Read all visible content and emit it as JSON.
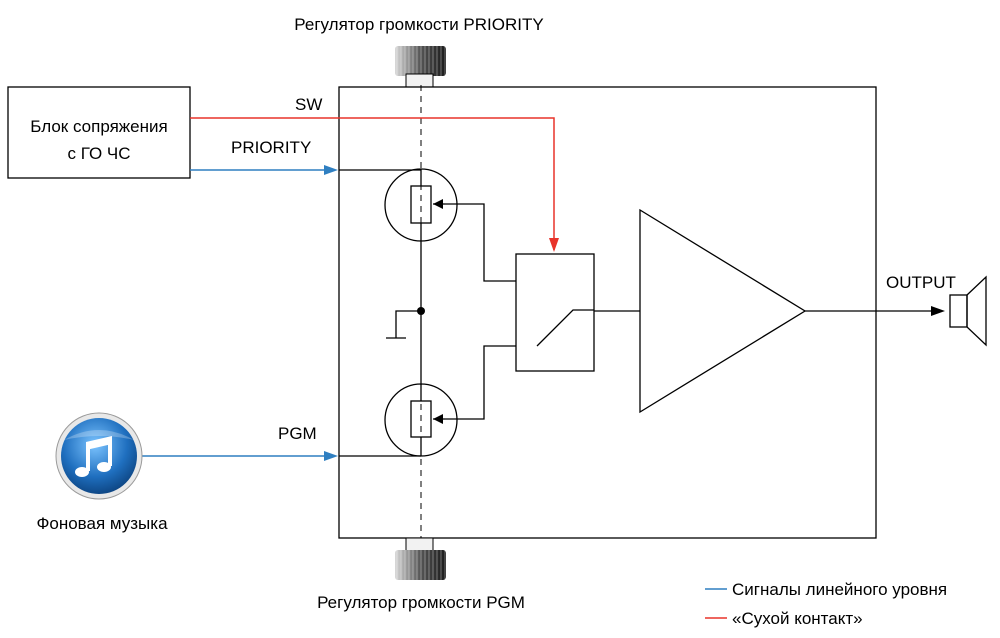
{
  "labels": {
    "priority_knob": "Регулятор громкости PRIORITY",
    "pgm_knob": "Регулятор громкости PGM",
    "interface_block_line1": "Блок сопряжения",
    "interface_block_line2": "с ГО ЧС",
    "sw": "SW",
    "priority": "PRIORITY",
    "pgm": "PGM",
    "output": "OUTPUT",
    "music_source": "Фоновая музыка"
  },
  "legend": {
    "items": [
      {
        "label": "Сигналы линейного уровня",
        "color": "#2f7fc1"
      },
      {
        "label": "«Сухой контакт»",
        "color": "#e8332a"
      }
    ]
  },
  "colors": {
    "line_level": "#2f7fc1",
    "dry_contact": "#e8332a",
    "music_icon": "#1f6fbf"
  },
  "icons": {
    "music": "music-note-icon",
    "speaker": "speaker-icon",
    "knob": "knob-icon"
  }
}
